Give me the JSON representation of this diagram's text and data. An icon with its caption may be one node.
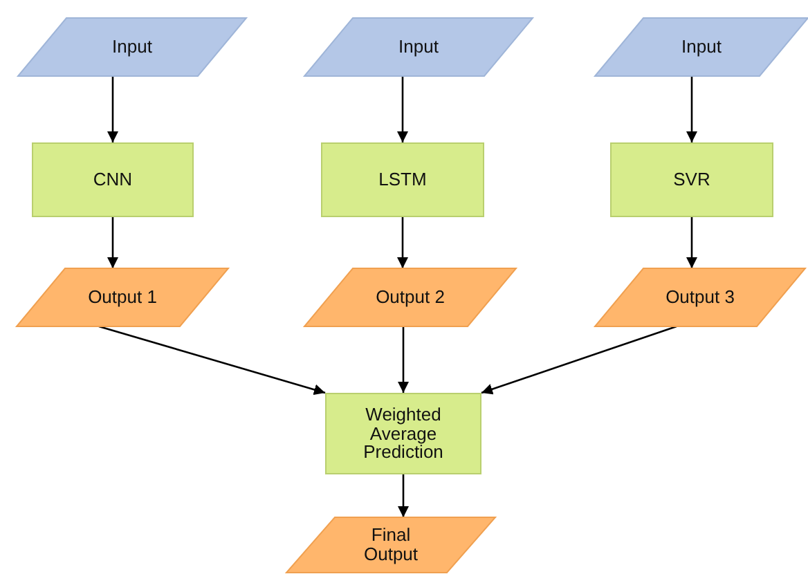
{
  "diagram": {
    "nodes": [
      {
        "text": [
          "Input"
        ]
      },
      {
        "text": [
          "Input"
        ]
      },
      {
        "text": [
          "Input"
        ]
      },
      {
        "text": [
          "CNN"
        ]
      },
      {
        "text": [
          "LSTM"
        ]
      },
      {
        "text": [
          "SVR"
        ]
      },
      {
        "text": [
          "Output 1"
        ]
      },
      {
        "text": [
          "Output 2"
        ]
      },
      {
        "text": [
          "Output 3"
        ]
      },
      {
        "text": [
          "Weighted Average Prediction"
        ]
      },
      {
        "text": [
          "Final Output"
        ]
      }
    ],
    "edges": [
      {
        "from": 0,
        "to": 3,
        "arrow": "to"
      },
      {
        "from": 1,
        "to": 4,
        "arrow": "to"
      },
      {
        "from": 2,
        "to": 5,
        "arrow": "to"
      },
      {
        "from": 3,
        "to": 6,
        "arrow": "to"
      },
      {
        "from": 4,
        "to": 7,
        "arrow": "to"
      },
      {
        "from": 5,
        "to": 8,
        "arrow": "to"
      },
      {
        "from": 6,
        "to": 9,
        "arrow": "to"
      },
      {
        "from": 7,
        "to": 9,
        "arrow": "to"
      },
      {
        "from": 8,
        "to": 9,
        "arrow": "to"
      },
      {
        "from": 9,
        "to": 10,
        "arrow": "to"
      }
    ]
  }
}
